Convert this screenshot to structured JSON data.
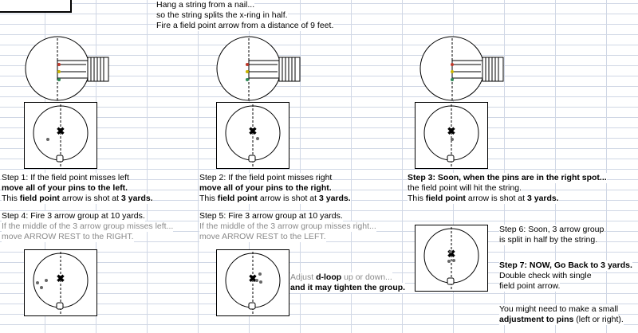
{
  "intro": {
    "lines": [
      "Hang a string from a nail...",
      "so the string splits the x-ring in half.",
      "Fire a field point arrow from a distance of 9 feet."
    ]
  },
  "steps": {
    "step1": {
      "line1": "Step 1: If the field point misses left",
      "line2": "move all of your pins to the left.",
      "line3_pre": "This ",
      "line3_bold": "field point",
      "line3_mid": " arrow is shot at ",
      "line3_end": "3 yards."
    },
    "step2": {
      "line1": "Step 2: If the field point misses right",
      "line2": "move all of your pins to the right.",
      "line3_pre": "This ",
      "line3_bold": "field point",
      "line3_mid": " arrow is shot at ",
      "line3_end": "3 yards."
    },
    "step3": {
      "line1": "Step 3: Soon, when the pins are in the right spot...",
      "line2": "the field point will hit the string.",
      "line3_pre": "This ",
      "line3_bold": "field point",
      "line3_mid": " arrow is shot at ",
      "line3_end": "3 yards."
    },
    "step4": {
      "line1": "Step 4: Fire 3 arrow group at 10 yards.",
      "line2": "If the middle of the 3 arrow group misses left...",
      "line3": "move ARROW REST to the RIGHT."
    },
    "step5": {
      "line1": "Step 5: Fire 3 arrow group at 10 yards.",
      "line2": "If the middle of the 3 arrow group misses right...",
      "line3": "move ARROW REST to the LEFT."
    },
    "dloop": {
      "line1_pre": "Adjust ",
      "line1_bold": "d-loop",
      "line1_end": " up or down...",
      "line2": "and it may tighten the group."
    },
    "step6": {
      "line1": "Step 6: Soon, 3 arrow group",
      "line2": "is split in half by the string."
    },
    "step7": {
      "line1": "Step 7: NOW, Go Back to 3 yards.",
      "line2": "Double check with single",
      "line3": "field point arrow."
    },
    "note": {
      "line1": "You might need to make a small",
      "line2_bold": "adjustment to pins",
      "line2_end": " (left or right)."
    }
  },
  "colors": {
    "gridline": "#d0d7e5",
    "gray_text": "#8a8a8a",
    "pin_red": "#c0392b",
    "pin_yellow": "#c9b400",
    "pin_green": "#2e8b57"
  }
}
